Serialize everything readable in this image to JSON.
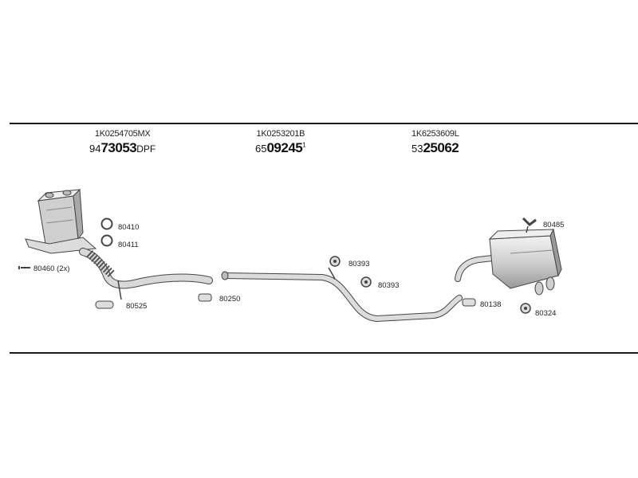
{
  "parts": [
    {
      "oem": "1K0254705MX",
      "prefix": "94",
      "main": "73053",
      "suffix": "DPF",
      "sup": ""
    },
    {
      "oem": "1K0253201B",
      "prefix": "65",
      "main": "09245",
      "suffix": "",
      "sup": "1"
    },
    {
      "oem": "1K6253609L",
      "prefix": "53",
      "main": "25062",
      "suffix": "",
      "sup": ""
    }
  ],
  "labels": {
    "p80410": "80410",
    "p80411": "80411",
    "p80460": "80460 (2x)",
    "p80525": "80525",
    "p80250": "80250",
    "p80393a": "80393",
    "p80393b": "80393",
    "p80138": "80138",
    "p80485": "80485",
    "p80324": "80324"
  },
  "colors": {
    "line": "#1a1a1a",
    "part_fill": "#d9d9d9",
    "part_stroke": "#444444"
  }
}
